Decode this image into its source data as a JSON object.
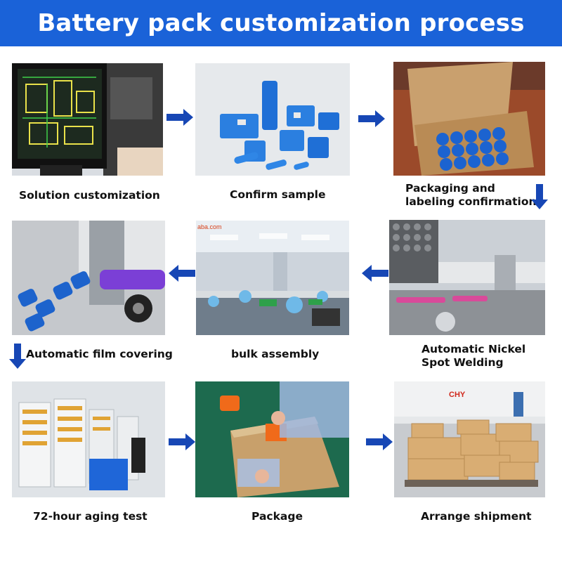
{
  "title": "Battery pack customization process",
  "colors": {
    "header": "#1a62d8",
    "arrow": "#1747b5",
    "title_text": "#ffffff"
  },
  "steps": [
    {
      "label": "Solution customization"
    },
    {
      "label": "Confirm sample"
    },
    {
      "label_line1": "Packaging and",
      "label_line2": "labeling confirmation"
    },
    {
      "label_line1": "Automatic Nickel",
      "label_line2": "Spot Welding"
    },
    {
      "label": "bulk assembly"
    },
    {
      "label": "Automatic film covering"
    },
    {
      "label": "72-hour aging test"
    },
    {
      "label": "Package"
    },
    {
      "label": "Arrange shipment"
    }
  ],
  "photo_texts": {
    "bulk_assembly_sign": "aba.com",
    "shipment_logo": "CHY"
  },
  "arrow_icons": [
    "arrow-right-icon",
    "arrow-down-icon",
    "arrow-left-icon"
  ]
}
